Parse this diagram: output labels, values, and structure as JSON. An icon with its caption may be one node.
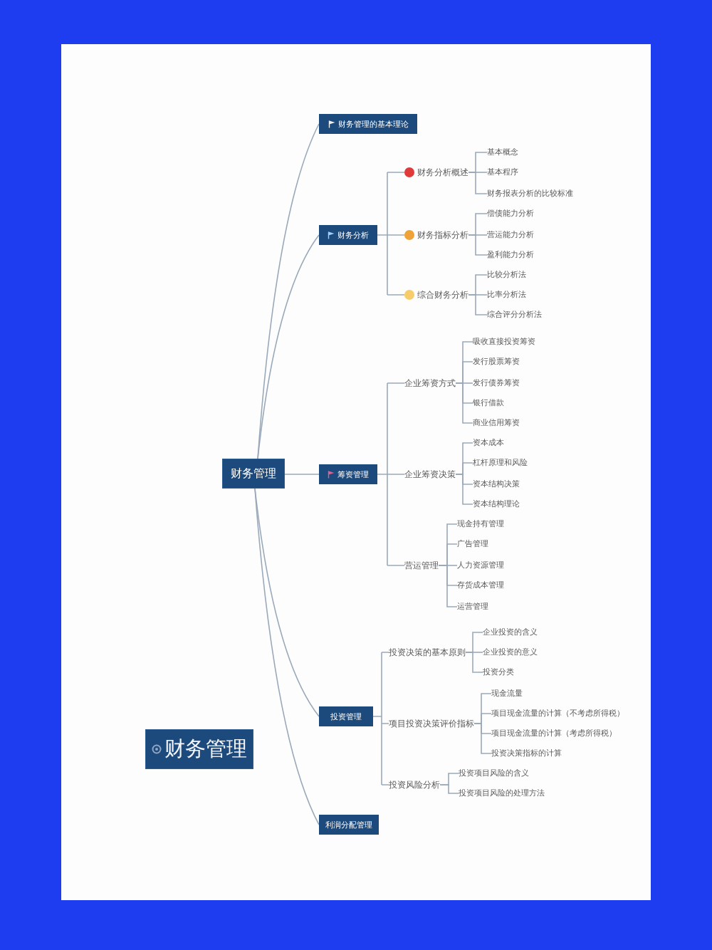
{
  "diagram": {
    "title": "财务管理",
    "nodes": [
      {
        "text": [
          "财务管理"
        ]
      },
      {
        "text": [
          "财务管理的基本理论"
        ]
      },
      {
        "text": [
          "财务分析"
        ]
      },
      {
        "text": [
          "财务分析概述"
        ]
      },
      {
        "text": [
          "基本概念"
        ]
      },
      {
        "text": [
          "基本程序"
        ]
      },
      {
        "text": [
          "财务报表分析的比较标准"
        ]
      },
      {
        "text": [
          "财务指标分析"
        ]
      },
      {
        "text": [
          "偿债能力分析"
        ]
      },
      {
        "text": [
          "营运能力分析"
        ]
      },
      {
        "text": [
          "盈利能力分析"
        ]
      },
      {
        "text": [
          "综合财务分析"
        ]
      },
      {
        "text": [
          "比较分析法"
        ]
      },
      {
        "text": [
          "比率分析法"
        ]
      },
      {
        "text": [
          "综合评分分析法"
        ]
      },
      {
        "text": [
          "筹资管理"
        ]
      },
      {
        "text": [
          "企业筹资方式"
        ]
      },
      {
        "text": [
          "吸收直接投资筹资"
        ]
      },
      {
        "text": [
          "发行股票筹资"
        ]
      },
      {
        "text": [
          "发行债券筹资"
        ]
      },
      {
        "text": [
          "银行借款"
        ]
      },
      {
        "text": [
          "商业信用筹资"
        ]
      },
      {
        "text": [
          "企业筹资决策"
        ]
      },
      {
        "text": [
          "资本成本"
        ]
      },
      {
        "text": [
          "杠杆原理和风险"
        ]
      },
      {
        "text": [
          "资本结构决策"
        ]
      },
      {
        "text": [
          "资本结构理论"
        ]
      },
      {
        "text": [
          "营运管理"
        ]
      },
      {
        "text": [
          "现金持有管理"
        ]
      },
      {
        "text": [
          "广告管理"
        ]
      },
      {
        "text": [
          "人力资源管理"
        ]
      },
      {
        "text": [
          "存货成本管理"
        ]
      },
      {
        "text": [
          "运营管理"
        ]
      },
      {
        "text": [
          "投资管理"
        ]
      },
      {
        "text": [
          "投资决策的基本原则"
        ]
      },
      {
        "text": [
          "企业投资的含义"
        ]
      },
      {
        "text": [
          "企业投资的意义"
        ]
      },
      {
        "text": [
          "投资分类"
        ]
      },
      {
        "text": [
          "项目投资决策评价指标"
        ]
      },
      {
        "text": [
          "现金流量"
        ]
      },
      {
        "text": [
          "项目现金流量的计算（不考虑所得税）"
        ]
      },
      {
        "text": [
          "项目现金流量的计算（考虑所得税）"
        ]
      },
      {
        "text": [
          "投资决策指标的计算"
        ]
      },
      {
        "text": [
          "投资风险分析"
        ]
      },
      {
        "text": [
          "投资项目风险的含义"
        ]
      },
      {
        "text": [
          "投资项目风险的处理方法"
        ]
      },
      {
        "text": [
          "利润分配管理"
        ]
      }
    ],
    "edges": [
      {
        "from": 0,
        "to": 1,
        "arrow": "none"
      },
      {
        "from": 0,
        "to": 2,
        "arrow": "none"
      },
      {
        "from": 2,
        "to": 3,
        "arrow": "none"
      },
      {
        "from": 3,
        "to": 4,
        "arrow": "none"
      },
      {
        "from": 3,
        "to": 5,
        "arrow": "none"
      },
      {
        "from": 3,
        "to": 6,
        "arrow": "none"
      },
      {
        "from": 2,
        "to": 7,
        "arrow": "none"
      },
      {
        "from": 7,
        "to": 8,
        "arrow": "none"
      },
      {
        "from": 7,
        "to": 9,
        "arrow": "none"
      },
      {
        "from": 7,
        "to": 10,
        "arrow": "none"
      },
      {
        "from": 2,
        "to": 11,
        "arrow": "none"
      },
      {
        "from": 11,
        "to": 12,
        "arrow": "none"
      },
      {
        "from": 11,
        "to": 13,
        "arrow": "none"
      },
      {
        "from": 11,
        "to": 14,
        "arrow": "none"
      },
      {
        "from": 0,
        "to": 15,
        "arrow": "none"
      },
      {
        "from": 15,
        "to": 16,
        "arrow": "none"
      },
      {
        "from": 16,
        "to": 17,
        "arrow": "none"
      },
      {
        "from": 16,
        "to": 18,
        "arrow": "none"
      },
      {
        "from": 16,
        "to": 19,
        "arrow": "none"
      },
      {
        "from": 16,
        "to": 20,
        "arrow": "none"
      },
      {
        "from": 16,
        "to": 21,
        "arrow": "none"
      },
      {
        "from": 15,
        "to": 22,
        "arrow": "none"
      },
      {
        "from": 22,
        "to": 23,
        "arrow": "none"
      },
      {
        "from": 22,
        "to": 24,
        "arrow": "none"
      },
      {
        "from": 22,
        "to": 25,
        "arrow": "none"
      },
      {
        "from": 22,
        "to": 26,
        "arrow": "none"
      },
      {
        "from": 15,
        "to": 27,
        "arrow": "none"
      },
      {
        "from": 27,
        "to": 28,
        "arrow": "none"
      },
      {
        "from": 27,
        "to": 29,
        "arrow": "none"
      },
      {
        "from": 27,
        "to": 30,
        "arrow": "none"
      },
      {
        "from": 27,
        "to": 31,
        "arrow": "none"
      },
      {
        "from": 27,
        "to": 32,
        "arrow": "none"
      },
      {
        "from": 0,
        "to": 33,
        "arrow": "none"
      },
      {
        "from": 33,
        "to": 34,
        "arrow": "none"
      },
      {
        "from": 34,
        "to": 35,
        "arrow": "none"
      },
      {
        "from": 34,
        "to": 36,
        "arrow": "none"
      },
      {
        "from": 34,
        "to": 37,
        "arrow": "none"
      },
      {
        "from": 33,
        "to": 38,
        "arrow": "none"
      },
      {
        "from": 38,
        "to": 39,
        "arrow": "none"
      },
      {
        "from": 38,
        "to": 40,
        "arrow": "none"
      },
      {
        "from": 38,
        "to": 41,
        "arrow": "none"
      },
      {
        "from": 38,
        "to": 42,
        "arrow": "none"
      },
      {
        "from": 33,
        "to": 43,
        "arrow": "none"
      },
      {
        "from": 43,
        "to": 44,
        "arrow": "none"
      },
      {
        "from": 43,
        "to": 45,
        "arrow": "none"
      },
      {
        "from": 0,
        "to": 46,
        "arrow": "none"
      }
    ]
  }
}
